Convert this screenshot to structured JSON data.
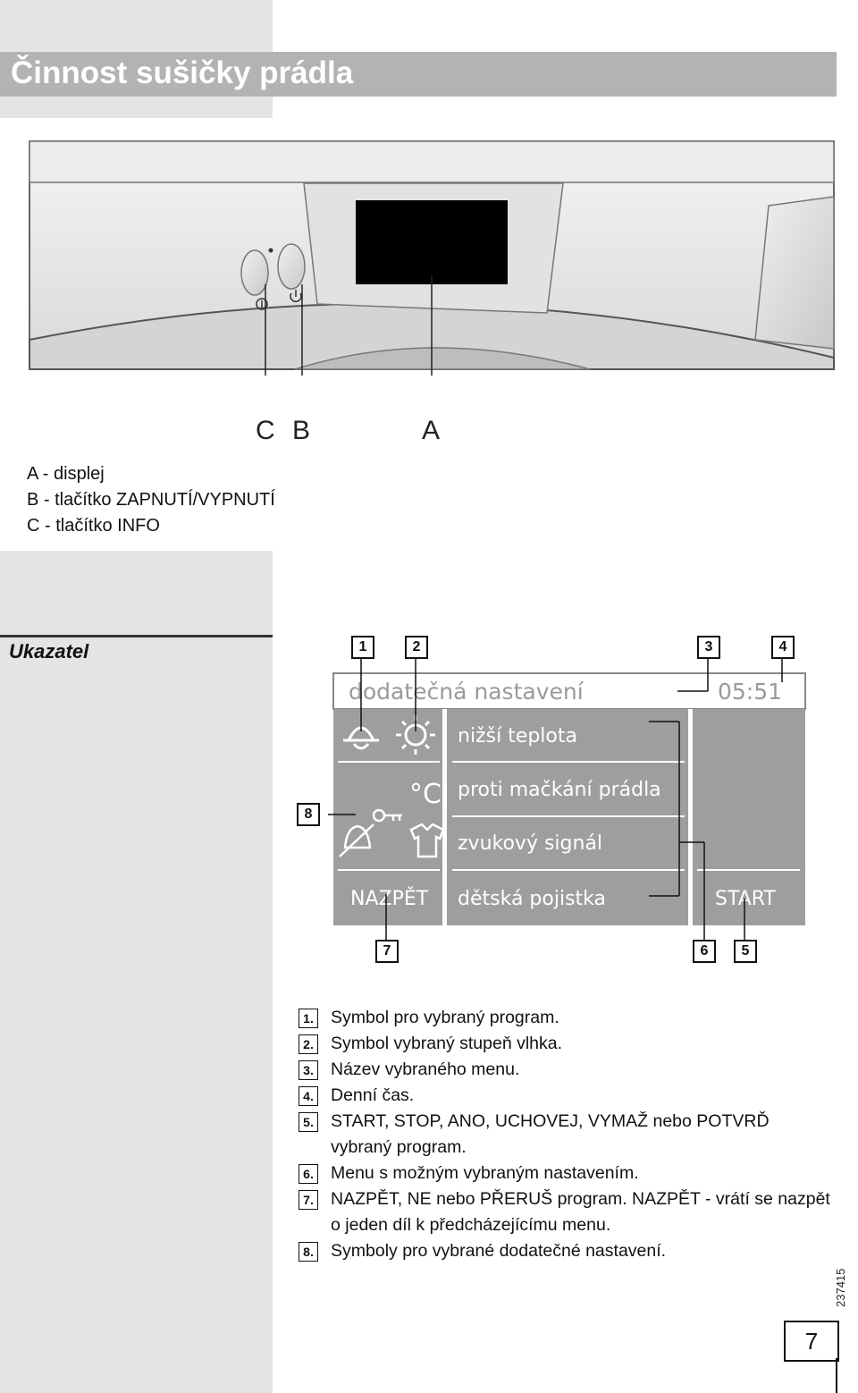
{
  "page": {
    "title": "Činnost sušičky prádla",
    "section_title": "Ukazatel",
    "page_number": "7",
    "doc_code": "237415"
  },
  "panel": {
    "callouts": [
      "C",
      "B",
      "A"
    ],
    "legend": [
      "A - displej",
      "B - tlačítko ZAPNUTÍ/VYPNUTÍ",
      "C - tlačítko INFO"
    ]
  },
  "display": {
    "header": "dodatečná nastavení",
    "time": "05:51",
    "menu_items": [
      "nižší teplota",
      "proti mačkání prádla",
      "zvukový signál",
      "dětská pojistka"
    ],
    "left_button": "NAZPĚT",
    "right_button": "START",
    "markers": [
      "1",
      "2",
      "3",
      "4",
      "5",
      "6",
      "7",
      "8"
    ]
  },
  "descriptions": [
    {
      "num": "1.",
      "text": "Symbol pro vybraný program."
    },
    {
      "num": "2.",
      "text": "Symbol vybraný stupeň vlhka."
    },
    {
      "num": "3.",
      "text": "Název vybraného menu."
    },
    {
      "num": "4.",
      "text": "Denní čas."
    },
    {
      "num": "5.",
      "text": "START, STOP, ANO, UCHOVEJ, VYMAŽ nebo POTVRĎ vybraný program."
    },
    {
      "num": "6.",
      "text": "Menu s možným vybraným nastavením."
    },
    {
      "num": "7.",
      "text": "NAZPĚT, NE nebo PŘERUŠ program. NAZPĚT - vrátí se nazpět o jeden díl k předcházejícímu menu."
    },
    {
      "num": "8.",
      "text": "Symboly pro vybrané dodatečné nastavení."
    }
  ]
}
